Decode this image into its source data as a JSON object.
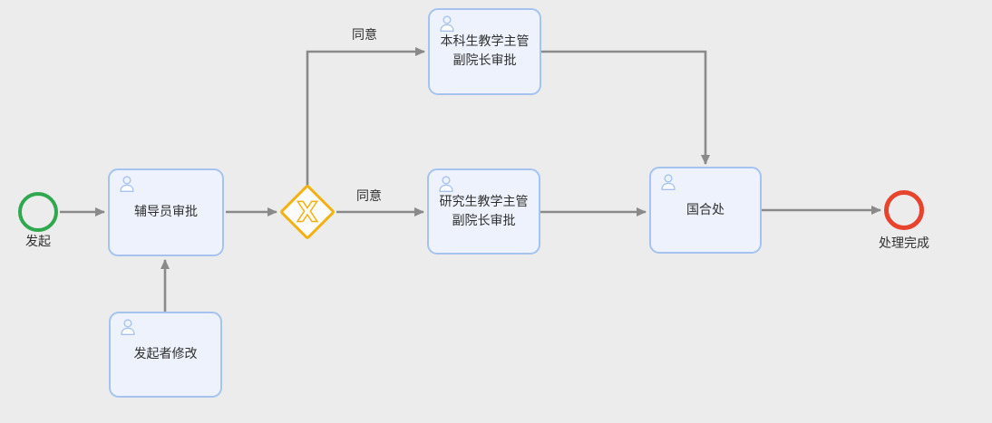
{
  "flow": {
    "background_color": "#ececec",
    "colors": {
      "task_fill": "#edf2fc",
      "task_border": "#a6c3f0",
      "connector": "#8a8a8a",
      "start_event": "#2fa84f",
      "end_event": "#e8432d",
      "gateway": "#f2b10e",
      "label_text": "#303030"
    },
    "icons": {
      "task_icon": "user-icon"
    },
    "start": {
      "label": "发起"
    },
    "end": {
      "label": "处理完成"
    },
    "gateway": {
      "symbol": "X"
    },
    "nodes": {
      "counselor": {
        "label": "辅导员审批"
      },
      "undergrad": {
        "label": "本科生教学主管副院长审批"
      },
      "graduate": {
        "label": "研究生教学主管副院长审批"
      },
      "international": {
        "label": "国合处"
      },
      "initiator": {
        "label": "发起者修改"
      }
    },
    "edge_labels": {
      "agree_undergrad": "同意",
      "agree_graduate": "同意"
    }
  }
}
